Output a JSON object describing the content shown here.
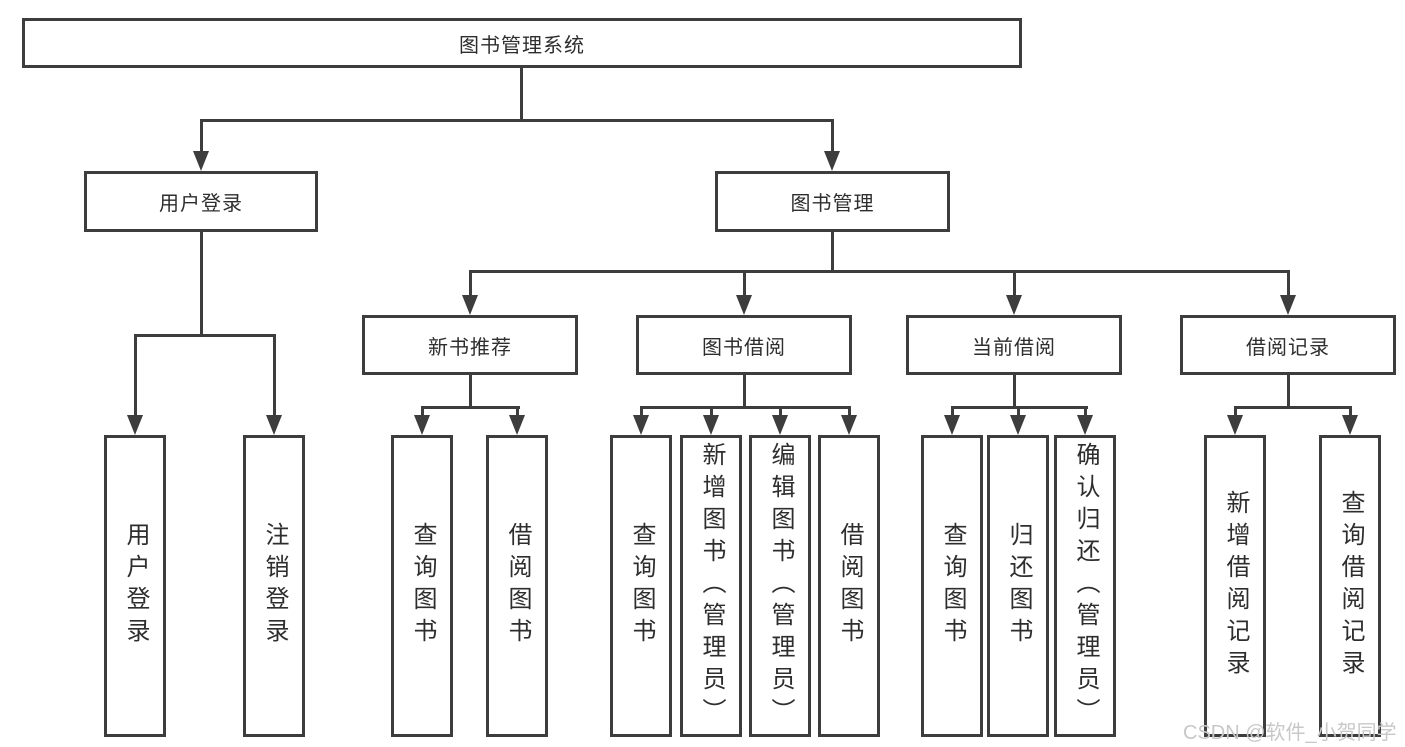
{
  "diagram": {
    "type": "hierarchy-tree",
    "orientation": "top-down",
    "hierarchy": {
      "图书管理系统": {
        "用户登录": [
          "用户登录",
          "注销登录"
        ],
        "图书管理": {
          "新书推荐": [
            "查询图书",
            "借阅图书"
          ],
          "图书借阅": [
            "查询图书",
            "新增图书（管理员）",
            "编辑图书（管理员）",
            "借阅图书"
          ],
          "当前借阅": [
            "查询图书",
            "归还图书",
            "确认归还（管理员）"
          ],
          "借阅记录": [
            "新增借阅记录",
            "查询借阅记录"
          ]
        }
      }
    }
  },
  "nodes": {
    "root": {
      "label": "图书管理系统"
    },
    "user_login": {
      "label": "用户登录"
    },
    "book_mgmt": {
      "label": "图书管理"
    },
    "new_book_rec": {
      "label": "新书推荐"
    },
    "book_borrow": {
      "label": "图书借阅"
    },
    "current_borrow": {
      "label": "当前借阅"
    },
    "borrow_record": {
      "label": "借阅记录"
    },
    "leaf_login": {
      "label": "用户登录"
    },
    "leaf_logout": {
      "label": "注销登录"
    },
    "leaf_rec_query": {
      "label": "查询图书"
    },
    "leaf_rec_borrow": {
      "label": "借阅图书"
    },
    "leaf_bb_query": {
      "label": "查询图书"
    },
    "leaf_bb_add": {
      "label": "新增图书（管理员）"
    },
    "leaf_bb_edit": {
      "label": "编辑图书（管理员）"
    },
    "leaf_bb_borrow": {
      "label": "借阅图书"
    },
    "leaf_cb_query": {
      "label": "查询图书"
    },
    "leaf_cb_return": {
      "label": "归还图书"
    },
    "leaf_cb_confirm": {
      "label": "确认归还（管理员）"
    },
    "leaf_br_add": {
      "label": "新增借阅记录"
    },
    "leaf_br_query": {
      "label": "查询借阅记录"
    }
  },
  "watermark": {
    "text": "CSDN @软件_小贺同学",
    "color": "#c8c8c8"
  },
  "colors": {
    "line": "#3d3d3d",
    "text": "#2e2e2e",
    "background": "#ffffff"
  }
}
